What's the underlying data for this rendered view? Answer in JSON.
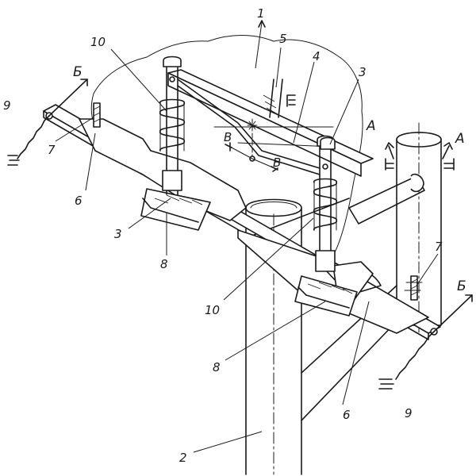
{
  "labels": {
    "l1": "1",
    "l2": "2",
    "l3a": "3",
    "l3b": "3",
    "l4": "4",
    "l5": "5",
    "l6a": "6",
    "l6b": "6",
    "l7a": "7",
    "l7b": "7",
    "l8a": "8",
    "l8b": "8",
    "l9a": "9",
    "l9b": "9",
    "l10a": "10",
    "l10b": "10",
    "bLeft": "Б",
    "bRight": "Б",
    "aLeft": "А",
    "aRight": "А",
    "vLeft": "В",
    "vRight": "В"
  }
}
